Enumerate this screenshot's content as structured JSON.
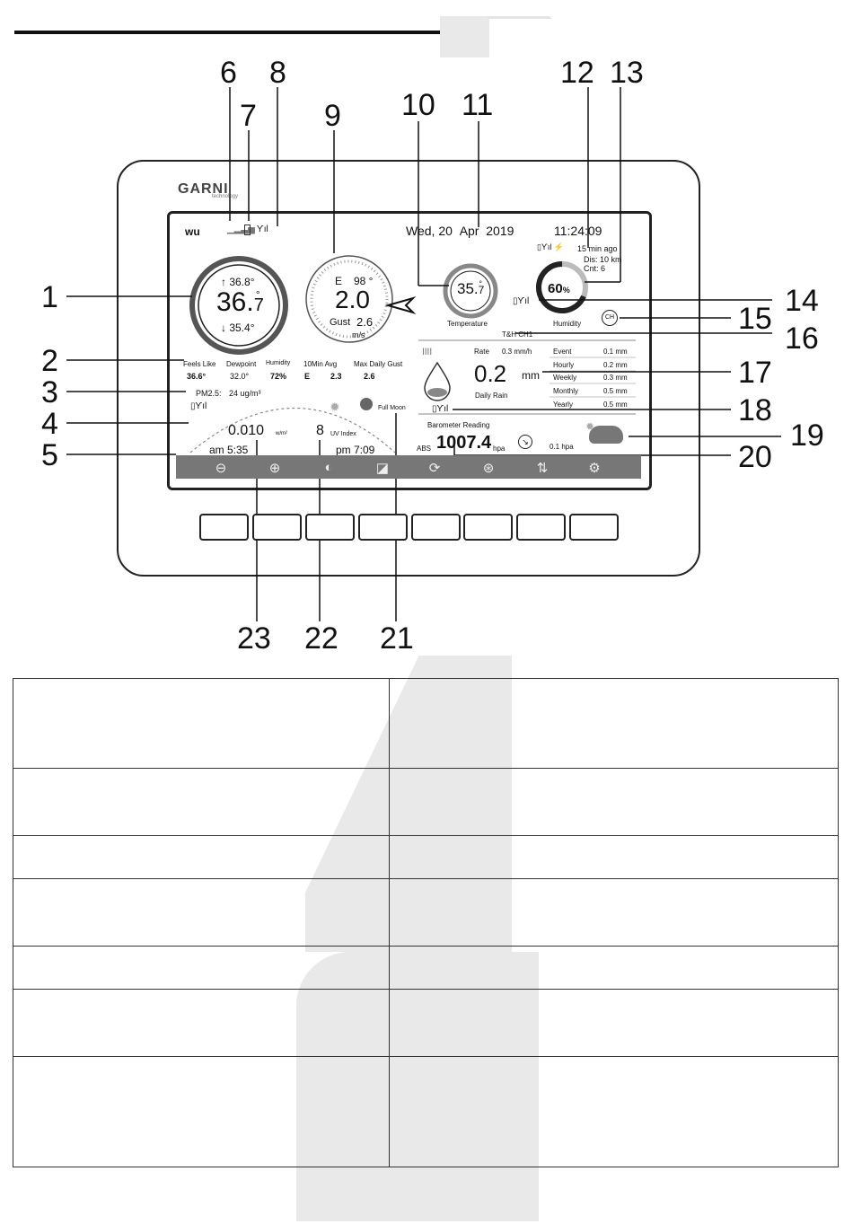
{
  "brand": {
    "name": "GARNI",
    "tagline": "technology"
  },
  "wu_logo": "wu",
  "datetime": {
    "day": "Wed,",
    "date": "20",
    "month": "Apr",
    "year": "2019",
    "time": "11:24:09"
  },
  "callouts": [
    "1",
    "2",
    "3",
    "4",
    "5",
    "6",
    "7",
    "8",
    "9",
    "10",
    "11",
    "12",
    "13",
    "14",
    "15",
    "16",
    "17",
    "18",
    "19",
    "20",
    "21",
    "22",
    "23"
  ],
  "outdoor": {
    "max": "↑ 36.8°",
    "temp_main": "36.",
    "temp_dec": "7",
    "deg": "°",
    "min": "↓ 35.4°"
  },
  "wind": {
    "dir": "E",
    "deg": "98 °",
    "speed": "2.0",
    "gust_label": "Gust",
    "gust": "2.6",
    "unit": "m/s"
  },
  "indoor": {
    "temp_main": "35.",
    "temp_dec": "7",
    "deg": "°",
    "label": "Temperature",
    "humidity": "60",
    "hum_unit": "%",
    "hum_label": "Humidity",
    "ch_label": "T&H CH1",
    "ch_icon": "CH"
  },
  "lightning": {
    "ago": "15 min ago",
    "dist": "Dis: 10 km",
    "count": "Cnt:  6"
  },
  "stats": {
    "headers": [
      "Feels Like",
      "Dewpoint",
      "Humidity",
      "10Min Avg",
      "Max Daily Gust"
    ],
    "values": [
      "36.6°",
      "32.0°",
      "72%",
      "E",
      "2.3",
      "2.6"
    ]
  },
  "pm25": {
    "label": "PM2.5:",
    "value": "24 ug/m³"
  },
  "rain": {
    "rate_label": "Rate",
    "rate_value": "0.3 mm/h",
    "value": "0.2",
    "unit": "mm",
    "label": "Daily Rain",
    "table": [
      {
        "k": "Event",
        "v": "0.1 mm"
      },
      {
        "k": "Hourly",
        "v": "0.2 mm"
      },
      {
        "k": "Weekly",
        "v": "0.3 mm"
      },
      {
        "k": "Monthly",
        "v": "0.5 mm"
      },
      {
        "k": "Yearly",
        "v": "0.5 mm"
      }
    ]
  },
  "solar": {
    "value": "0.010",
    "unit": "w/m²",
    "uv": "8",
    "uv_label": "UV Index",
    "sunrise": "am 5:35",
    "sunset": "pm 7:09",
    "moon": "Full Moon"
  },
  "baro": {
    "title": "Barometer Reading",
    "abs": "ABS",
    "value": "1007.4",
    "unit": "hpa",
    "trend": "0.1 hpa"
  },
  "toolbar_icons": [
    "minus-icon",
    "plus-icon",
    "contrast-icon",
    "edit-icon",
    "refresh-icon",
    "channel-icon",
    "up-down-icon",
    "gear-icon"
  ]
}
